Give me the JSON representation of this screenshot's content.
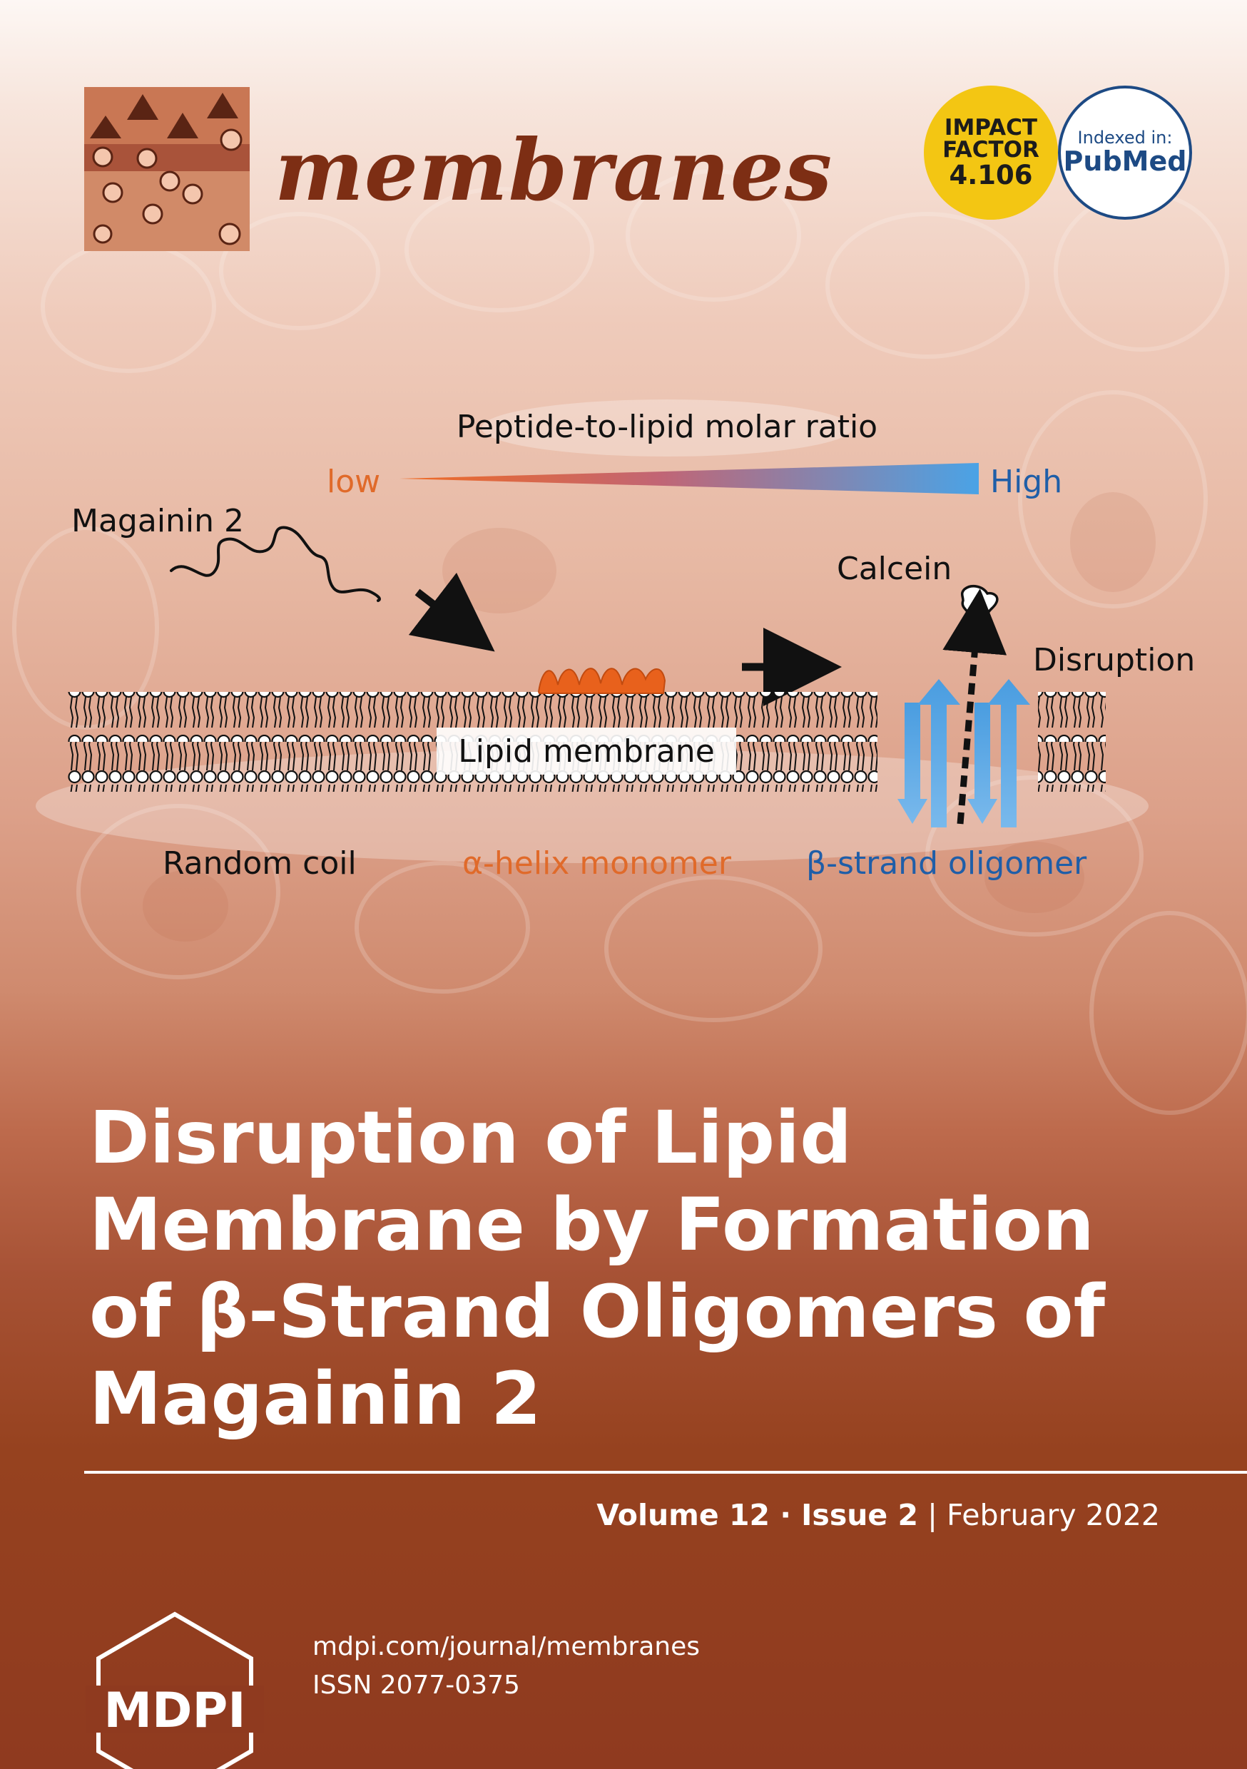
{
  "journal": {
    "name": "membranes",
    "url": "mdpi.com/journal/membranes",
    "issn": "ISSN 2077-0375"
  },
  "badges": {
    "impact_line1": "IMPACT",
    "impact_line2": "FACTOR",
    "impact_value": "4.106",
    "indexed_line1": "Indexed in:",
    "indexed_line2": "PubMed"
  },
  "diagram": {
    "ratio_label": "Peptide-to-lipid molar ratio",
    "low_label": "low",
    "high_label": "High",
    "peptide_label": "Magainin 2",
    "calcein_label": "Calcein",
    "disruption_label": "Disruption",
    "membrane_label": "Lipid membrane",
    "stage1_label": "Random coil",
    "stage2_label": "α-helix monomer",
    "stage3_label": "β-strand oligomer"
  },
  "article": {
    "title_line1": "Disruption of Lipid",
    "title_line2": "Membrane by Formation",
    "title_line3": "of β-Strand Oligomers of",
    "title_line4": "Magainin 2"
  },
  "issue": {
    "volume": "Volume 12",
    "separator": " · ",
    "number": "Issue 2",
    "divider": " | ",
    "date": "February 2022"
  },
  "publisher": {
    "logo_text": "MDPI"
  },
  "colors": {
    "brand_brown": "#7d2e14",
    "orange_label": "#e06a2a",
    "blue_label": "#1f5ea8",
    "impact_yellow": "#f3c613",
    "pubmed_blue": "#1d4a84"
  }
}
